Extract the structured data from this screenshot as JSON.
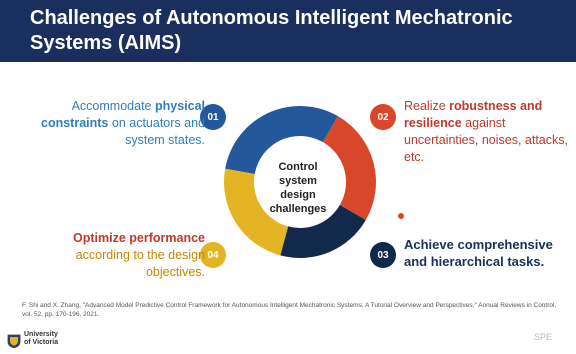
{
  "header": {
    "title_line1": "Challenges of Autonomous Intelligent Mechatronic",
    "title_line2": "Systems (AIMS)"
  },
  "diagram": {
    "center": {
      "line1": "Control system",
      "line2": "design",
      "line3": "challenges"
    },
    "items": [
      {
        "number": "01",
        "pre": "Accommodate ",
        "bold": "physical constraints",
        "post": " on actuators and system states."
      },
      {
        "number": "02",
        "pre": "Realize ",
        "bold": "robustness and resilience",
        "post": " against uncertainties, noises, attacks, etc."
      },
      {
        "number": "03",
        "text": "Achieve comprehensive and hierarchical tasks."
      },
      {
        "number": "04",
        "bold": "Optimize performance",
        "post": " according to the design objectives."
      }
    ],
    "colors": {
      "blue": "#24589c",
      "red": "#d9472b",
      "navy": "#13294b",
      "yellow": "#e3b423"
    }
  },
  "citation": "F. Shi and X. Zhang, \"Advanced Model Predictive Control Framework for Autonomous Intelligent Mechatronic Systems: A Tutorial Overview and Perspectives,\" Annual Reviews in Control, vol. 52, pp. 170-196, 2021.",
  "footer": {
    "logo_line1": "University",
    "logo_line2": "of Victoria",
    "corner_mark": "SPE"
  }
}
